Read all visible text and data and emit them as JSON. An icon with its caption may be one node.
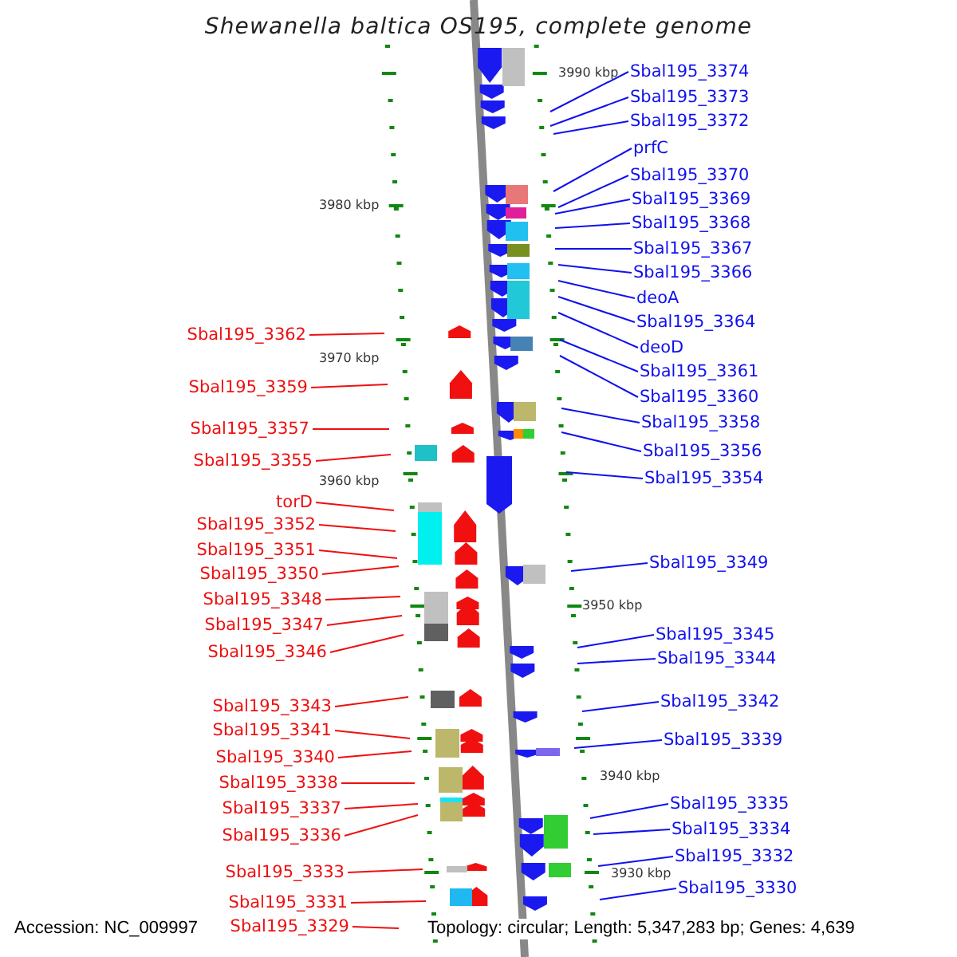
{
  "diagram": {
    "title": "Shewanella baltica OS195, complete genome",
    "nodes": [
      {
        "text": [
          "Sbal195_3374"
        ]
      },
      {
        "text": [
          "Sbal195_3373"
        ]
      },
      {
        "text": [
          "Sbal195_3372"
        ]
      },
      {
        "text": [
          "prfC"
        ]
      },
      {
        "text": [
          "Sbal195_3370"
        ]
      },
      {
        "text": [
          "Sbal195_3369"
        ]
      },
      {
        "text": [
          "Sbal195_3368"
        ]
      },
      {
        "text": [
          "Sbal195_3367"
        ]
      },
      {
        "text": [
          "Sbal195_3366"
        ]
      },
      {
        "text": [
          "deoA"
        ]
      },
      {
        "text": [
          "Sbal195_3364"
        ]
      },
      {
        "text": [
          "deoD"
        ]
      },
      {
        "text": [
          "Sbal195_3361"
        ]
      },
      {
        "text": [
          "Sbal195_3360"
        ]
      },
      {
        "text": [
          "Sbal195_3358"
        ]
      },
      {
        "text": [
          "Sbal195_3356"
        ]
      },
      {
        "text": [
          "Sbal195_3354"
        ]
      },
      {
        "text": [
          "Sbal195_3349"
        ]
      },
      {
        "text": [
          "Sbal195_3345"
        ]
      },
      {
        "text": [
          "Sbal195_3344"
        ]
      },
      {
        "text": [
          "Sbal195_3342"
        ]
      },
      {
        "text": [
          "Sbal195_3339"
        ]
      },
      {
        "text": [
          "Sbal195_3335"
        ]
      },
      {
        "text": [
          "Sbal195_3334"
        ]
      },
      {
        "text": [
          "Sbal195_3332"
        ]
      },
      {
        "text": [
          "Sbal195_3330"
        ]
      },
      {
        "text": [
          "Sbal195_3362"
        ]
      },
      {
        "text": [
          "Sbal195_3359"
        ]
      },
      {
        "text": [
          "Sbal195_3357"
        ]
      },
      {
        "text": [
          "Sbal195_3355"
        ]
      },
      {
        "text": [
          "torD"
        ]
      },
      {
        "text": [
          "Sbal195_3352"
        ]
      },
      {
        "text": [
          "Sbal195_3351"
        ]
      },
      {
        "text": [
          "Sbal195_3350"
        ]
      },
      {
        "text": [
          "Sbal195_3348"
        ]
      },
      {
        "text": [
          "Sbal195_3347"
        ]
      },
      {
        "text": [
          "Sbal195_3346"
        ]
      },
      {
        "text": [
          "Sbal195_3343"
        ]
      },
      {
        "text": [
          "Sbal195_3341"
        ]
      },
      {
        "text": [
          "Sbal195_3340"
        ]
      },
      {
        "text": [
          "Sbal195_3338"
        ]
      },
      {
        "text": [
          "Sbal195_3337"
        ]
      },
      {
        "text": [
          "Sbal195_3336"
        ]
      },
      {
        "text": [
          "Sbal195_3333"
        ]
      },
      {
        "text": [
          "Sbal195_3331"
        ]
      },
      {
        "text": [
          "Sbal195_3329"
        ]
      }
    ],
    "edges": [
      {
        "from": 0,
        "to": null,
        "arrow": "none"
      },
      {
        "from": 1,
        "to": null,
        "arrow": "none"
      },
      {
        "from": 2,
        "to": null,
        "arrow": "none"
      },
      {
        "from": 3,
        "to": null,
        "arrow": "none"
      },
      {
        "from": 4,
        "to": null,
        "arrow": "none"
      },
      {
        "from": 5,
        "to": null,
        "arrow": "none"
      },
      {
        "from": 6,
        "to": null,
        "arrow": "none"
      },
      {
        "from": 7,
        "to": null,
        "arrow": "none"
      },
      {
        "from": 8,
        "to": null,
        "arrow": "none"
      },
      {
        "from": 9,
        "to": null,
        "arrow": "none"
      },
      {
        "from": 10,
        "to": null,
        "arrow": "none"
      },
      {
        "from": 11,
        "to": null,
        "arrow": "none"
      },
      {
        "from": 12,
        "to": null,
        "arrow": "none"
      },
      {
        "from": 13,
        "to": null,
        "arrow": "none"
      },
      {
        "from": 14,
        "to": null,
        "arrow": "none"
      },
      {
        "from": 15,
        "to": null,
        "arrow": "none"
      },
      {
        "from": 16,
        "to": null,
        "arrow": "none"
      },
      {
        "from": 17,
        "to": null,
        "arrow": "none"
      },
      {
        "from": 18,
        "to": null,
        "arrow": "none"
      },
      {
        "from": 19,
        "to": null,
        "arrow": "none"
      },
      {
        "from": 20,
        "to": null,
        "arrow": "none"
      },
      {
        "from": 21,
        "to": null,
        "arrow": "none"
      },
      {
        "from": 22,
        "to": null,
        "arrow": "none"
      },
      {
        "from": 23,
        "to": null,
        "arrow": "none"
      },
      {
        "from": 24,
        "to": null,
        "arrow": "none"
      },
      {
        "from": 25,
        "to": null,
        "arrow": "none"
      },
      {
        "from": 26,
        "to": null,
        "arrow": "none",
        "color": "#ee1010"
      },
      {
        "from": 27,
        "to": null,
        "arrow": "none",
        "color": "#ee1010"
      },
      {
        "from": 28,
        "to": null,
        "arrow": "none",
        "color": "#ee1010"
      },
      {
        "from": 29,
        "to": null,
        "arrow": "none",
        "color": "#ee1010"
      },
      {
        "from": 30,
        "to": null,
        "arrow": "none",
        "color": "#ee1010"
      },
      {
        "from": 31,
        "to": null,
        "arrow": "none",
        "color": "#ee1010"
      },
      {
        "from": 32,
        "to": null,
        "arrow": "none",
        "color": "#ee1010"
      },
      {
        "from": 33,
        "to": null,
        "arrow": "none",
        "color": "#ee1010"
      },
      {
        "from": 34,
        "to": null,
        "arrow": "none",
        "color": "#ee1010"
      },
      {
        "from": 35,
        "to": null,
        "arrow": "none",
        "color": "#ee1010"
      },
      {
        "from": 36,
        "to": null,
        "arrow": "none",
        "color": "#ee1010"
      },
      {
        "from": 37,
        "to": null,
        "arrow": "none",
        "color": "#ee1010"
      },
      {
        "from": 38,
        "to": null,
        "arrow": "none",
        "color": "#ee1010"
      },
      {
        "from": 39,
        "to": null,
        "arrow": "none",
        "color": "#ee1010"
      },
      {
        "from": 40,
        "to": null,
        "arrow": "none",
        "color": "#ee1010"
      },
      {
        "from": 41,
        "to": null,
        "arrow": "none",
        "color": "#ee1010"
      },
      {
        "from": 42,
        "to": null,
        "arrow": "none",
        "color": "#ee1010"
      },
      {
        "from": 43,
        "to": null,
        "arrow": "none",
        "color": "#ee1010"
      },
      {
        "from": 44,
        "to": null,
        "arrow": "none",
        "color": "#ee1010"
      },
      {
        "from": 45,
        "to": null,
        "arrow": "none",
        "color": "#ee1010"
      }
    ],
    "labels": [
      "3990 kbp",
      "3980 kbp",
      "3970 kbp",
      "3960 kbp",
      "3950 kbp",
      "3940 kbp",
      "3930 kbp",
      "Accession: NC_009997",
      "Topology: circular; Length: 5,347,283 bp; Genes: 4,639"
    ]
  }
}
